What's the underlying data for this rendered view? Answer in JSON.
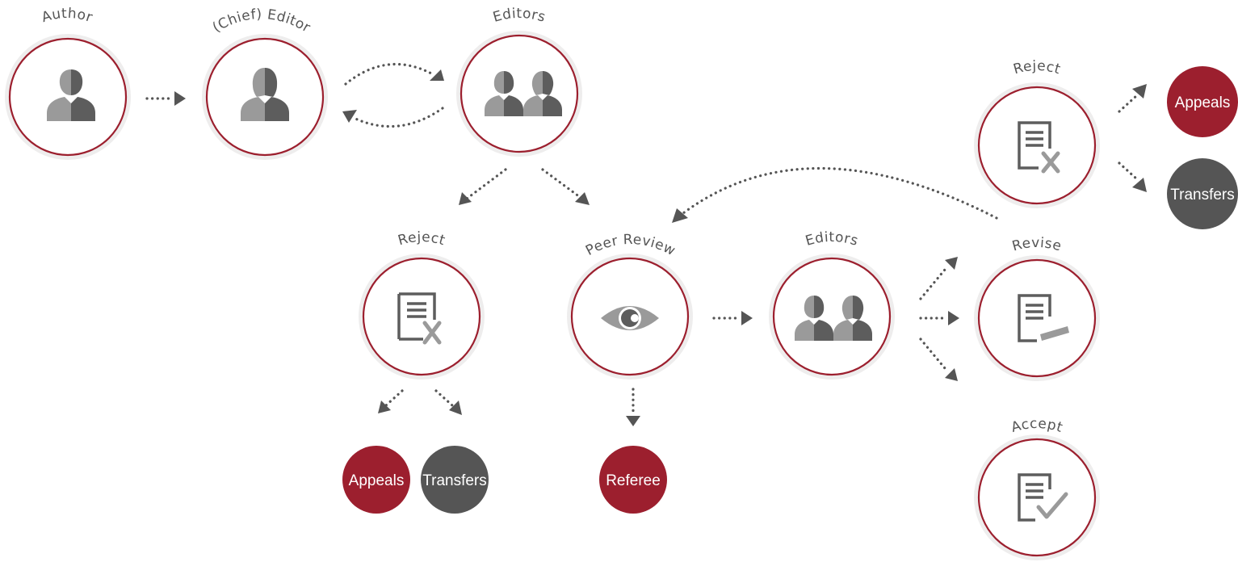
{
  "colors": {
    "accent": "#9c1f2e",
    "dark_badge": "#555555",
    "halo": "#eeeded",
    "icon_light": "#9a9a9a",
    "icon_dark": "#5d5d5d",
    "arrow": "#555555"
  },
  "nodes": {
    "author": {
      "label": "Author",
      "icon": "person-icon"
    },
    "chief_editor": {
      "label": "(Chief) Editor",
      "icon": "person-female-icon"
    },
    "editors_top": {
      "label": "Editors",
      "icon": "two-people-icon"
    },
    "reject_left": {
      "label": "Reject",
      "icon": "document-reject-icon"
    },
    "peer_review": {
      "label": "Peer Review",
      "icon": "eye-icon"
    },
    "editors_mid": {
      "label": "Editors",
      "icon": "two-people-icon"
    },
    "reject_right": {
      "label": "Reject",
      "icon": "document-reject-icon"
    },
    "revise": {
      "label": "Revise",
      "icon": "document-edit-icon"
    },
    "accept": {
      "label": "Accept",
      "icon": "document-accept-icon"
    }
  },
  "badges": {
    "appeals_bottom": "Appeals",
    "transfers_bottom": "Transfers",
    "referee": "Referee",
    "appeals_right": "Appeals",
    "transfers_right": "Transfers"
  }
}
